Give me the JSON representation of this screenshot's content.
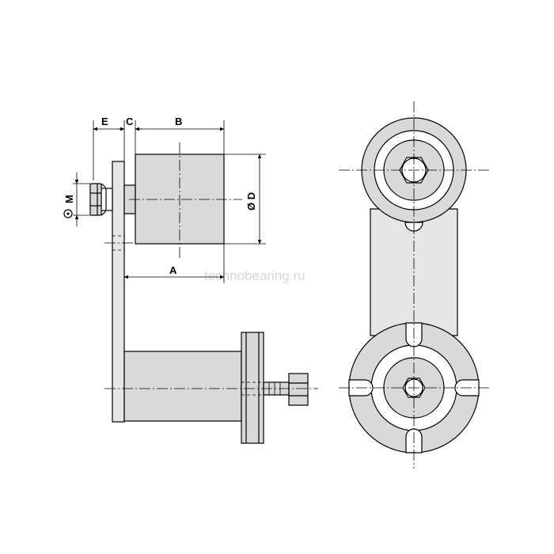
{
  "dimensions": {
    "e": "E",
    "c": "C",
    "b": "B",
    "a": "A",
    "d": "Ø D",
    "m": "M"
  },
  "watermark": "technobearing.ru",
  "colors": {
    "line": "#000000",
    "fill": "#d9d9d9",
    "watermark": "#d7d7d7"
  }
}
